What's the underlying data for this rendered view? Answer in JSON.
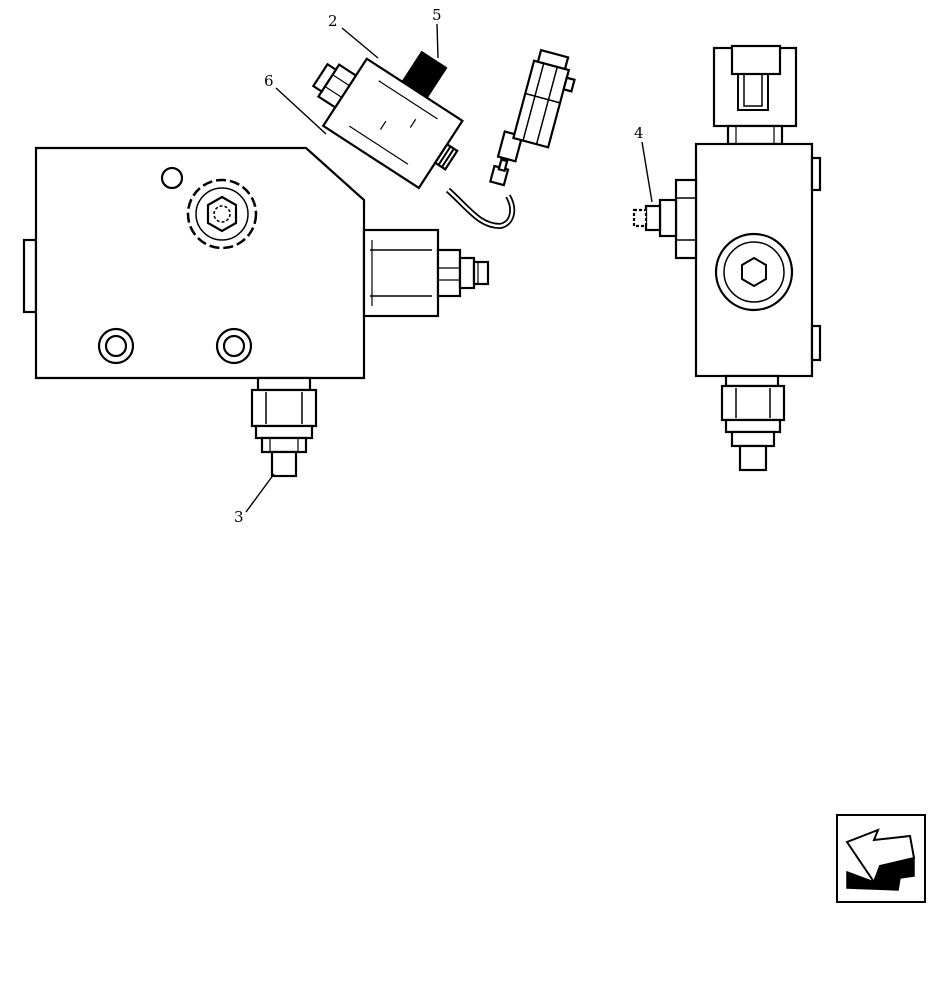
{
  "diagram": {
    "callouts": [
      {
        "id": "2",
        "label": "2"
      },
      {
        "id": "3",
        "label": "3"
      },
      {
        "id": "4",
        "label": "4"
      },
      {
        "id": "5",
        "label": "5"
      },
      {
        "id": "6",
        "label": "6"
      }
    ],
    "nav_icon": "next-page-arrow-icon",
    "colors": {
      "ink": "#000000",
      "paper": "#ffffff"
    }
  }
}
